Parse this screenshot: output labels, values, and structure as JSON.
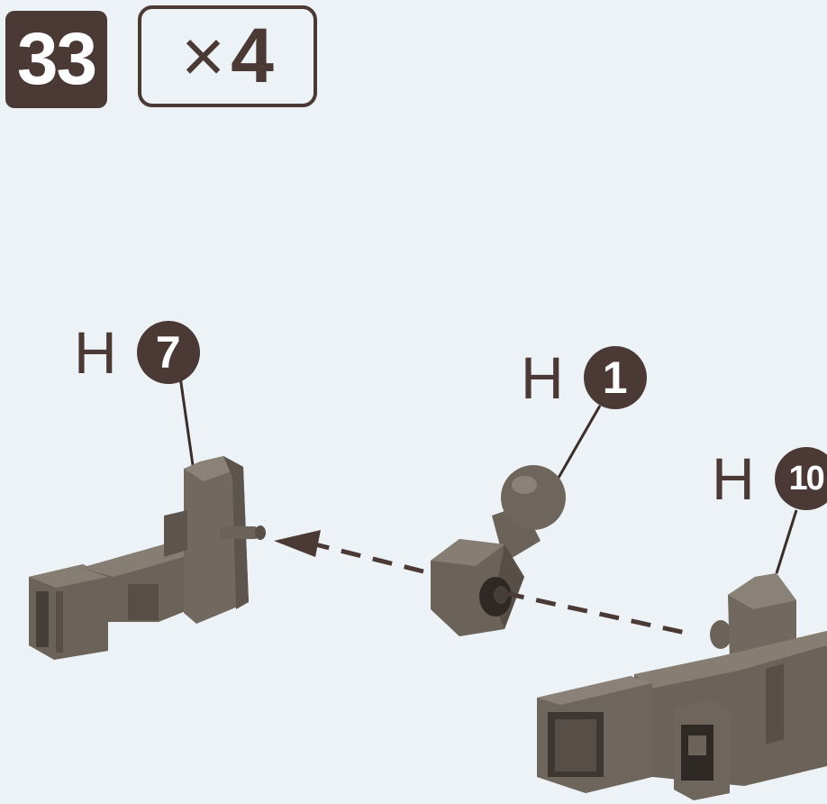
{
  "step": {
    "number": "33"
  },
  "quantity": {
    "times_symbol": "×",
    "count": "4"
  },
  "callouts": [
    {
      "runner": "H",
      "part": "7"
    },
    {
      "runner": "H",
      "part": "1"
    },
    {
      "runner": "H",
      "part": "10"
    }
  ],
  "colors": {
    "background": "#ecf2f5",
    "badge": "#4a3935",
    "part_fill": "#6b6259",
    "part_shade": "#574f47",
    "part_highlight": "#867d73",
    "arrow": "#4a3935"
  }
}
